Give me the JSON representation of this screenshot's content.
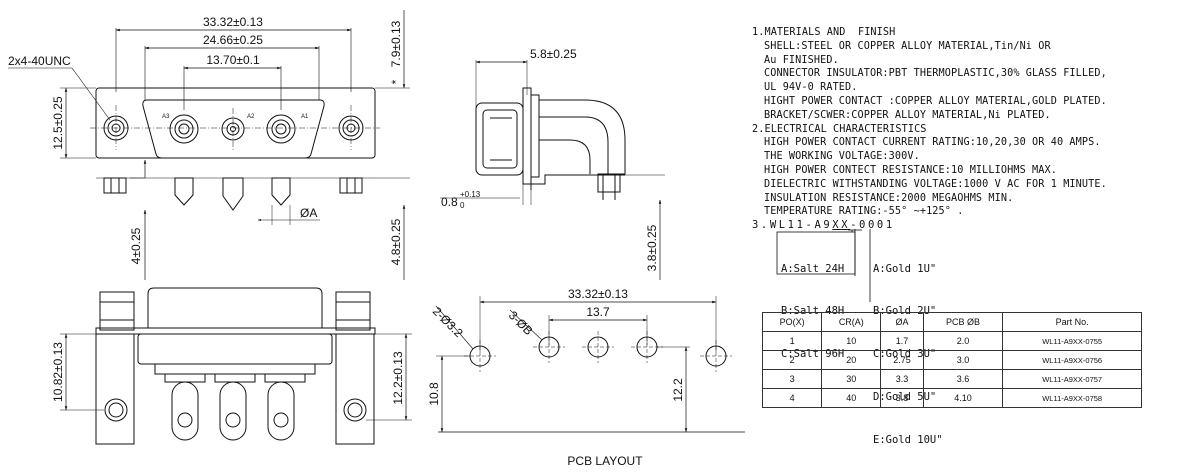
{
  "front_view": {
    "dim_overall": "33.32±0.13",
    "dim_mid": "24.66±0.25",
    "dim_inner": "13.70±0.1",
    "dim_height": "12.5±0.25",
    "dim_right": "7.9±0.13",
    "dim_right_star": "*",
    "thread_label": "2x4-40UNC",
    "contact_labels": [
      "A3",
      "A2",
      "A1"
    ],
    "dia_label": "ØA",
    "dim_leg_left": "4±0.25",
    "dim_leg_right": "4.8±0.25"
  },
  "side_view": {
    "dim_top": "5.8±0.25",
    "dim_pin": "0.8",
    "dim_pin_tol_upper": "+0.13",
    "dim_pin_tol_lower": "0",
    "dim_right": "3.8±0.25"
  },
  "bottom_view": {
    "dim_left": "10.82±0.13",
    "dim_right": "12.2±0.13"
  },
  "pcb_layout": {
    "title": "PCB LAYOUT",
    "dim_overall": "33.32±0.13",
    "dim_inner": "13.7",
    "dim_mount_hole": "2-Ø3.2",
    "dim_contact_hole": "3-ØB",
    "dim_left_height": "10.8",
    "dim_right_height": "12.2"
  },
  "notes": {
    "items": [
      {
        "num": "1.",
        "head": "MATERIALS AND  FINISH",
        "lines": [
          "SHELL:STEEL OR COPPER ALLOY MATERIAL,Tin/Ni OR",
          "Au FINISHED.",
          "CONNECTOR INSULATOR:PBT THERMOPLASTIC,30% GLASS FILLED,",
          "UL 94V-0 RATED.",
          "HIGHT POWER CONTACT :COPPER ALLOY MATERIAL,GOLD PLATED.",
          "BRACKET/SCWER:COPPER ALLOY MATERIAL,Ni PLATED."
        ]
      },
      {
        "num": "2.",
        "head": "ELECTRICAL CHARACTERISTICS",
        "lines": [
          "HIGH POWER CONTACT CURRENT RATING:10,20,30 OR 40 AMPS.",
          "THE WORKING VOLTAGE:300V.",
          "HIGH POWER CONTECT RESISTANCE:10 MILLIOHMS MAX.",
          "DIELECTRIC WITHSTANDING VOLTAGE:1000 V AC FOR 1 MINUTE.",
          "INSULATION RESISTANCE:2000 MEGAOHMS MIN.",
          "TEMPERATURE RATING:-55° ~+125° ."
        ]
      }
    ],
    "part_number": {
      "num": "3.",
      "prefix": "WL11-A9",
      "x1": "X",
      "x2": "X",
      "suffix": "-0001",
      "salt_options": [
        "A:Salt 24H",
        "B:Salt 48H",
        "C:Salt 96H"
      ],
      "gold_options": [
        "A:Gold 1U\"",
        "B:Gold 2U\"",
        "C:Gold 3U\"",
        "D:Gold 5U\"",
        "E:Gold 10U\""
      ]
    }
  },
  "parts_table": {
    "headers": [
      "PO(X)",
      "CR(A)",
      "ØA",
      "PCB ØB",
      "Part  No."
    ],
    "rows": [
      [
        "1",
        "10",
        "1.7",
        "2.0",
        "WL11-A9XX-0755"
      ],
      [
        "2",
        "20",
        "2.75",
        "3.0",
        "WL11-A9XX-0756"
      ],
      [
        "3",
        "30",
        "3.3",
        "3.6",
        "WL11-A9XX-0757"
      ],
      [
        "4",
        "40",
        "3.8",
        "4.10",
        "WL11-A9XX-0758"
      ]
    ]
  }
}
